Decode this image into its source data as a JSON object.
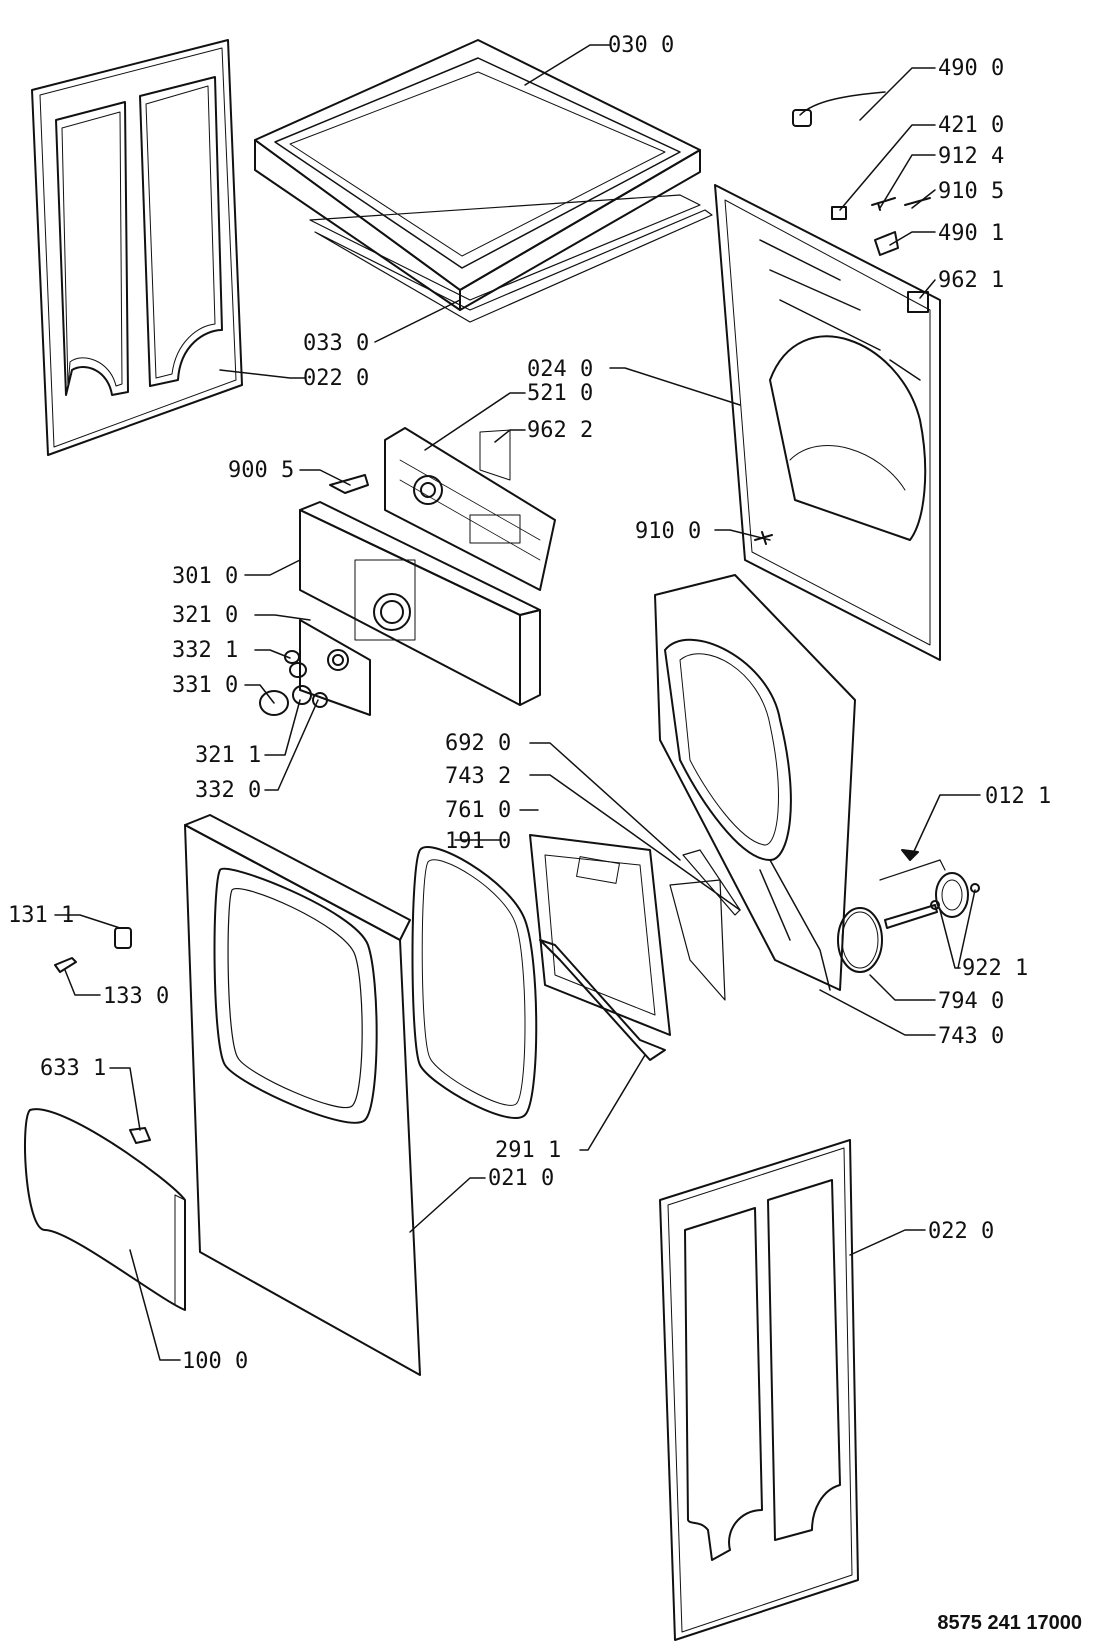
{
  "callouts": [
    {
      "id": "030-0",
      "text": "030 0"
    },
    {
      "id": "490-0",
      "text": "490 0"
    },
    {
      "id": "421-0",
      "text": "421 0"
    },
    {
      "id": "912-4",
      "text": "912 4"
    },
    {
      "id": "910-5",
      "text": "910 5"
    },
    {
      "id": "490-1",
      "text": "490 1"
    },
    {
      "id": "962-1",
      "text": "962 1"
    },
    {
      "id": "033-0",
      "text": "033 0"
    },
    {
      "id": "022-0-top",
      "text": "022 0"
    },
    {
      "id": "024-0",
      "text": "024 0"
    },
    {
      "id": "521-0",
      "text": "521 0"
    },
    {
      "id": "962-2",
      "text": "962 2"
    },
    {
      "id": "900-5",
      "text": "900 5"
    },
    {
      "id": "910-0",
      "text": "910 0"
    },
    {
      "id": "301-0",
      "text": "301 0"
    },
    {
      "id": "321-0",
      "text": "321 0"
    },
    {
      "id": "332-1",
      "text": "332 1"
    },
    {
      "id": "331-0",
      "text": "331 0"
    },
    {
      "id": "321-1",
      "text": "321 1"
    },
    {
      "id": "332-0",
      "text": "332 0"
    },
    {
      "id": "692-0",
      "text": "692 0"
    },
    {
      "id": "743-2",
      "text": "743 2"
    },
    {
      "id": "761-0",
      "text": "761 0"
    },
    {
      "id": "191-0",
      "text": "191 0"
    },
    {
      "id": "012-1",
      "text": "012 1"
    },
    {
      "id": "131-1",
      "text": "131 1"
    },
    {
      "id": "133-0",
      "text": "133 0"
    },
    {
      "id": "922-1",
      "text": "922 1"
    },
    {
      "id": "794-0",
      "text": "794 0"
    },
    {
      "id": "743-0",
      "text": "743 0"
    },
    {
      "id": "633-1",
      "text": "633 1"
    },
    {
      "id": "291-1",
      "text": "291 1"
    },
    {
      "id": "021-0",
      "text": "021 0"
    },
    {
      "id": "022-0-bottom",
      "text": "022 0"
    },
    {
      "id": "100-0",
      "text": "100 0"
    }
  ],
  "doc_number": "8575 241 17000",
  "colors": {
    "line": "#111111",
    "background": "#ffffff"
  }
}
